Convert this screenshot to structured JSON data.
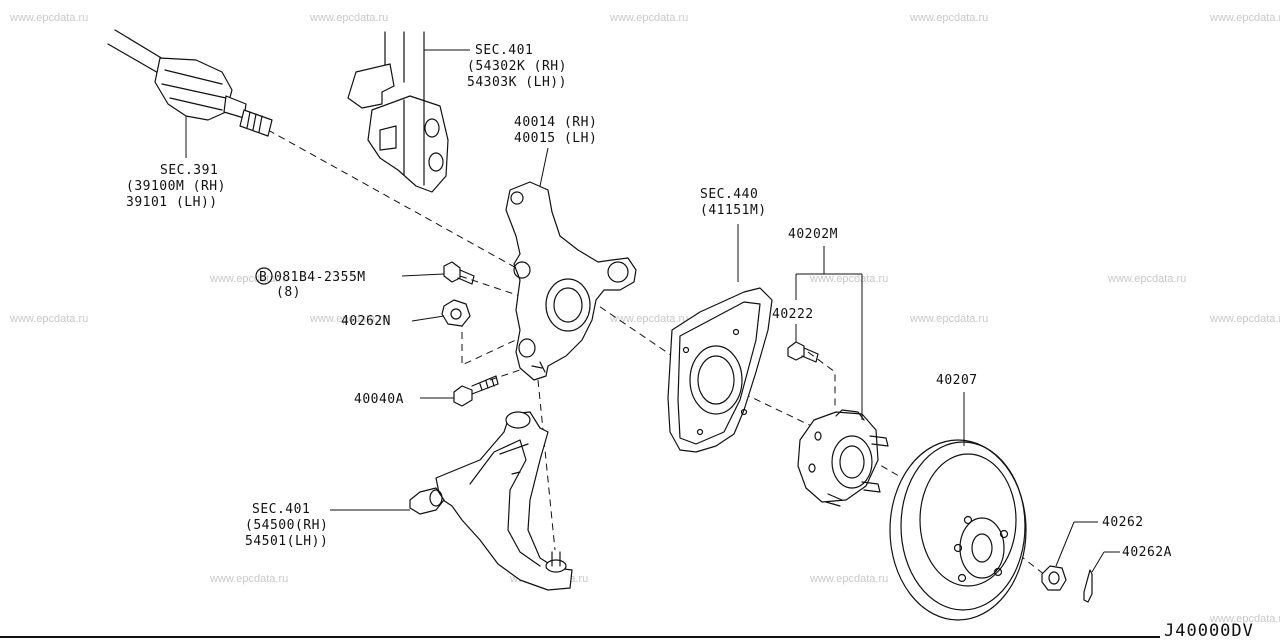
{
  "watermark": "www.epcdata.ru",
  "diagram_code": "J40000DV",
  "callouts": {
    "strut": [
      "SEC.401",
      "(54302K (RH)",
      " 54303K (LH))"
    ],
    "driveshaft": [
      "SEC.391",
      "(39100M (RH)",
      " 39101  (LH))"
    ],
    "knuckle": [
      "40014 (RH)",
      "40015 (LH)"
    ],
    "bolt_b": {
      "badge": "B",
      "text": "081B4-2355M",
      "qty": "(8)"
    },
    "nut_40262n": "40262N",
    "bolt_40040a": "40040A",
    "lower_arm": [
      "SEC.401",
      "(54500(RH)",
      " 54501(LH))"
    ],
    "baffle": [
      "SEC.440",
      "(41151M)"
    ],
    "hub_assy": "40202M",
    "hub_bolt": "40222",
    "rotor": "40207",
    "hub_nut": "40262",
    "cotter_pin": "40262A"
  }
}
